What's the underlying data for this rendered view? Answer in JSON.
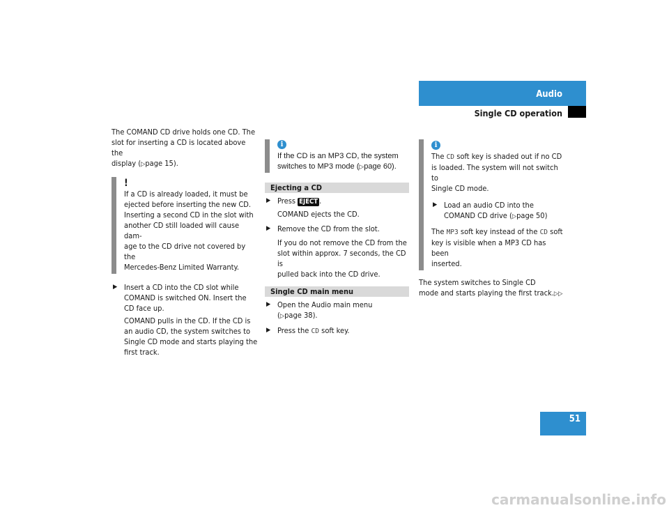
{
  "header": {
    "section": "Audio",
    "subsection": "Single CD operation"
  },
  "page_number": "51",
  "col1": {
    "intro": [
      "The COMAND CD drive holds one CD. The",
      "slot for inserting a CD is located above the",
      "display (",
      "page 15)."
    ],
    "warning_icon": "!",
    "warning_lines": [
      "If a CD is already loaded, it must be",
      "ejected before inserting the new CD.",
      "Inserting a second CD in the slot with",
      "another CD still loaded will cause dam-",
      "age to the CD drive not covered by the",
      "Mercedes-Benz Limited Warranty."
    ],
    "step1_lines": [
      "Insert a CD into the CD slot while",
      "COMAND is switched ON. Insert the",
      "CD face up."
    ],
    "result1_lines": [
      "COMAND pulls in the CD. If the CD is",
      "an audio CD, the system switches to",
      "Single CD mode and starts playing the",
      "first track."
    ]
  },
  "col2": {
    "info_lines": [
      "If the CD is an MP3 CD, the system",
      "switches to MP3 mode ("
    ],
    "info_page": "page 60).",
    "section1": "Ejecting a CD",
    "press": "Press",
    "eject_key": "EJECT",
    "press_end": ".",
    "result_eject": "COMAND ejects the CD.",
    "step_remove": "Remove the CD from the slot.",
    "result_remove_lines": [
      "If you do not remove the CD from the",
      "slot within approx. 7 seconds, the CD is",
      "pulled back into the CD drive."
    ],
    "section2": "Single CD main menu",
    "step_menu_lines": [
      "Open the Audio main menu",
      "("
    ],
    "step_menu_page": "page 38).",
    "press_the": "Press the",
    "cd_key": "CD",
    "softkey_text": "soft key."
  },
  "col3": {
    "info_line1_pre": "The",
    "cd_key": "CD",
    "info_line1_post": "soft key is shaded out if no CD",
    "info_lines": [
      "is loaded. The system will not switch to",
      "Single CD mode."
    ],
    "step_load_lines": [
      "Load an audio CD into the",
      "COMAND CD drive ("
    ],
    "step_load_page": "page 50)",
    "mp3_pre": "The",
    "mp3_key": "MP3",
    "mp3_mid": "soft key instead of the",
    "mp3_post": "soft",
    "mp3_lines": [
      "key is visible when a MP3 CD has been",
      "inserted."
    ],
    "final_lines": [
      "The system switches to Single CD",
      "mode and starts playing the first track."
    ],
    "continue_mark": "▷▷"
  },
  "page_ref_arrow": "▷",
  "bullet_symbol": "▶",
  "watermark": "carmanualsonline.info"
}
